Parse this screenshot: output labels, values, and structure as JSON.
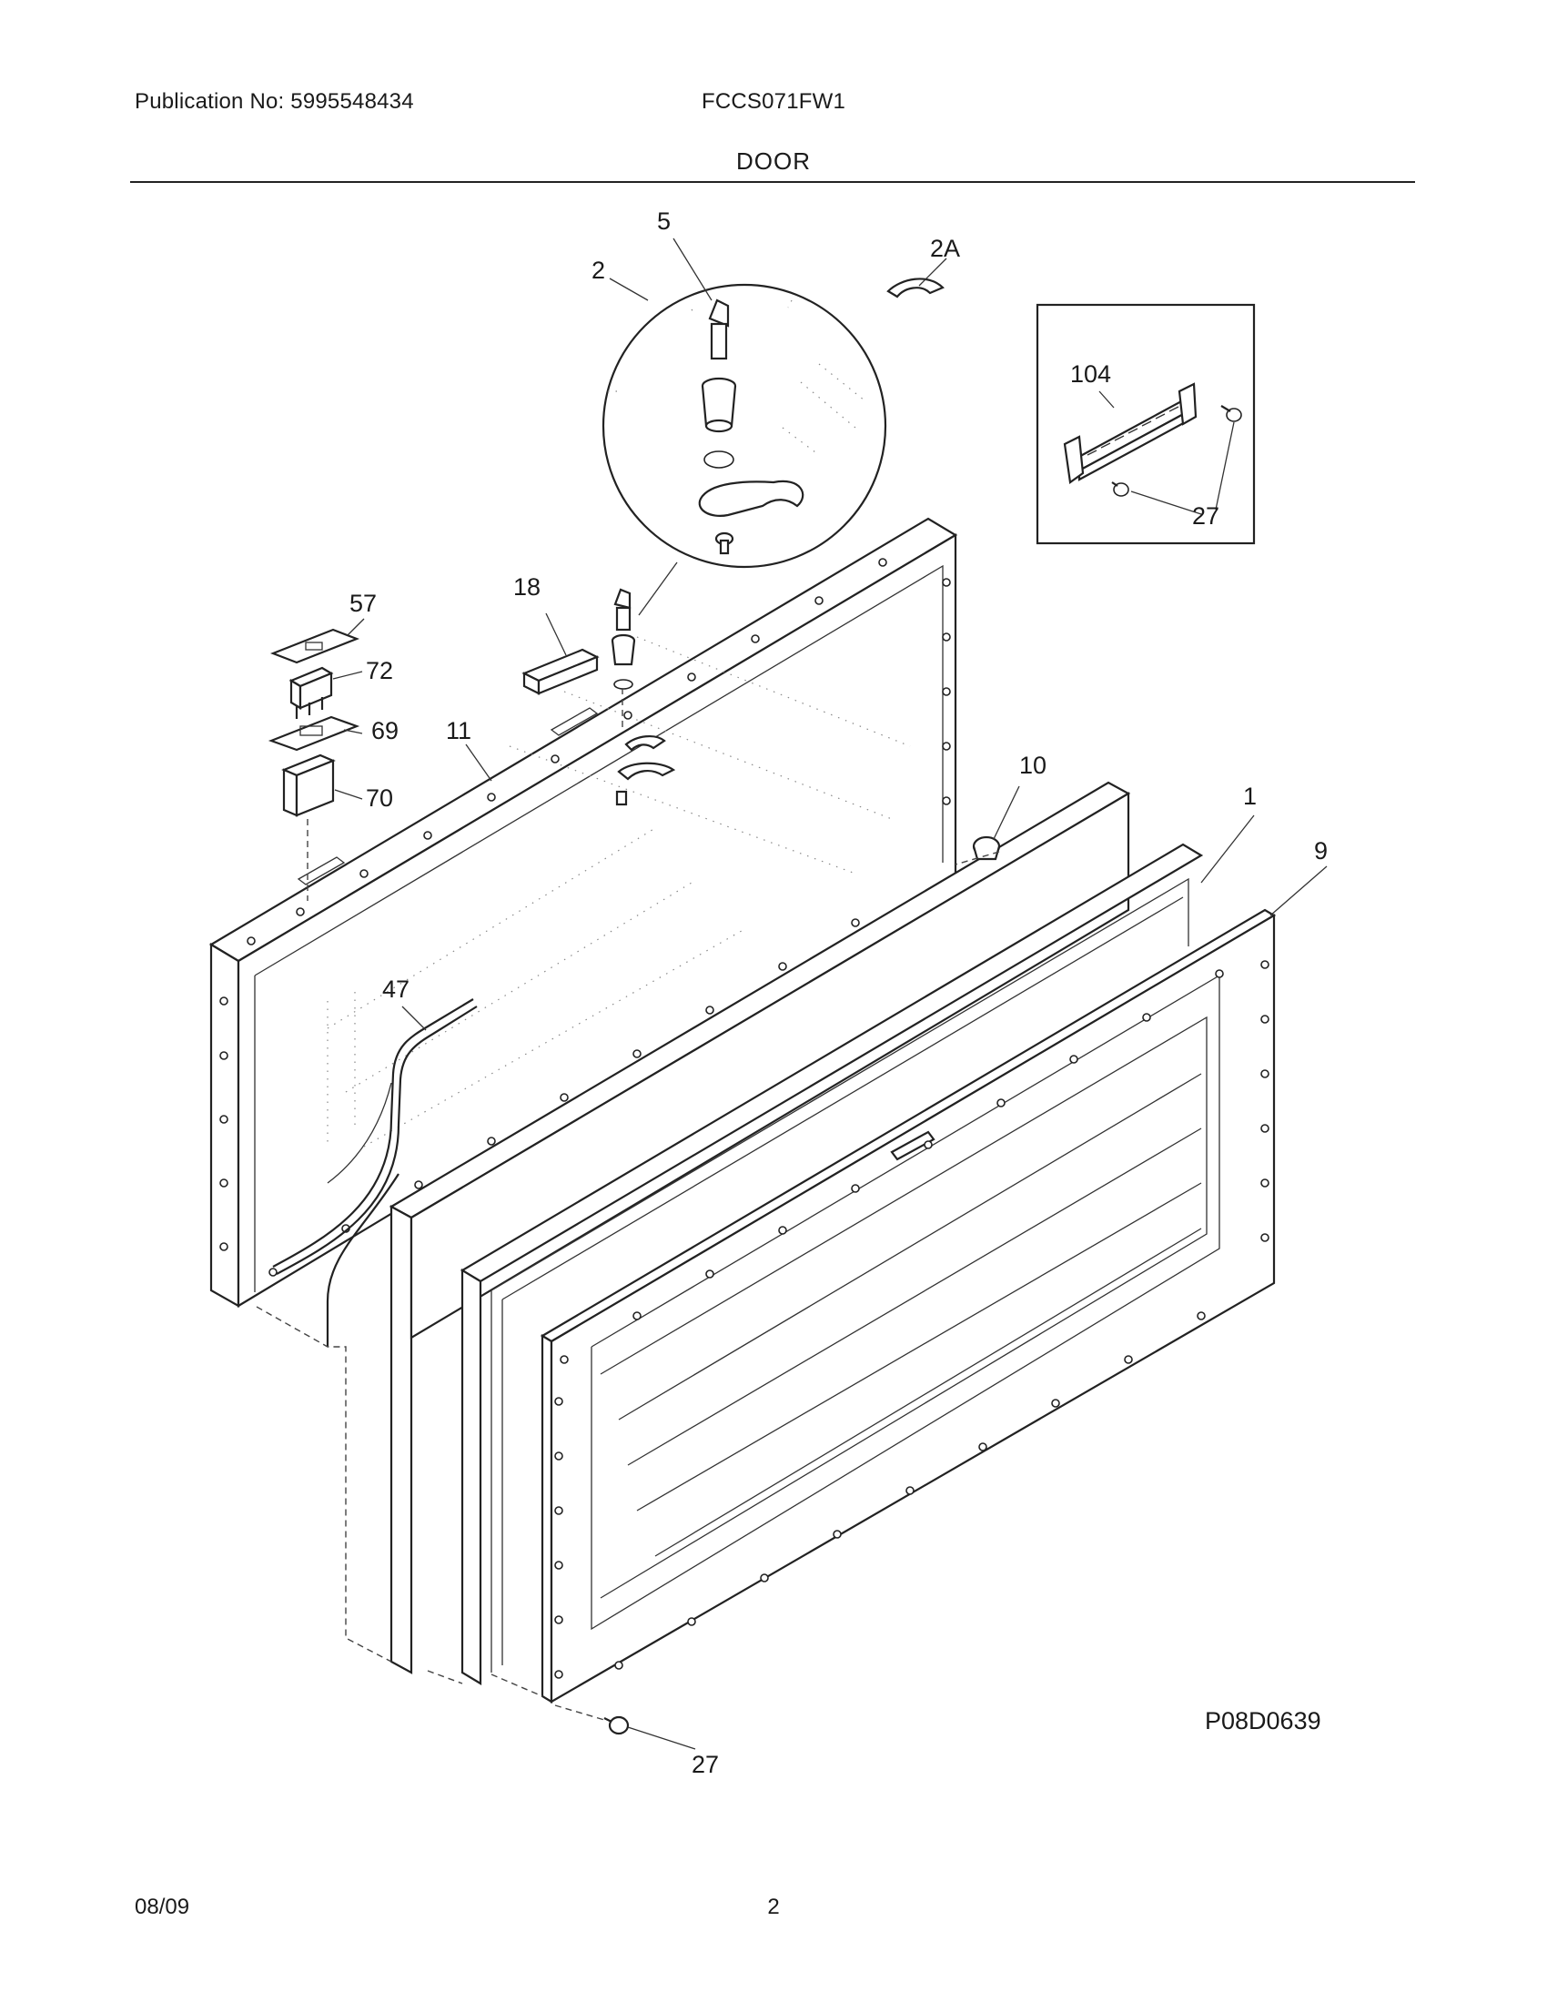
{
  "header": {
    "publication": "Publication No: 5995548434",
    "model": "FCCS071FW1",
    "section_title": "DOOR"
  },
  "diagram": {
    "code": "P08D0639",
    "callouts": {
      "c5": "5",
      "c2": "2",
      "c2a": "2A",
      "c104": "104",
      "c27a": "27",
      "c57": "57",
      "c18": "18",
      "c72": "72",
      "c69": "69",
      "c11": "11",
      "c70": "70",
      "c10": "10",
      "c1": "1",
      "c9": "9",
      "c47": "47",
      "c27b": "27"
    }
  },
  "footer": {
    "date": "08/09",
    "page": "2"
  }
}
